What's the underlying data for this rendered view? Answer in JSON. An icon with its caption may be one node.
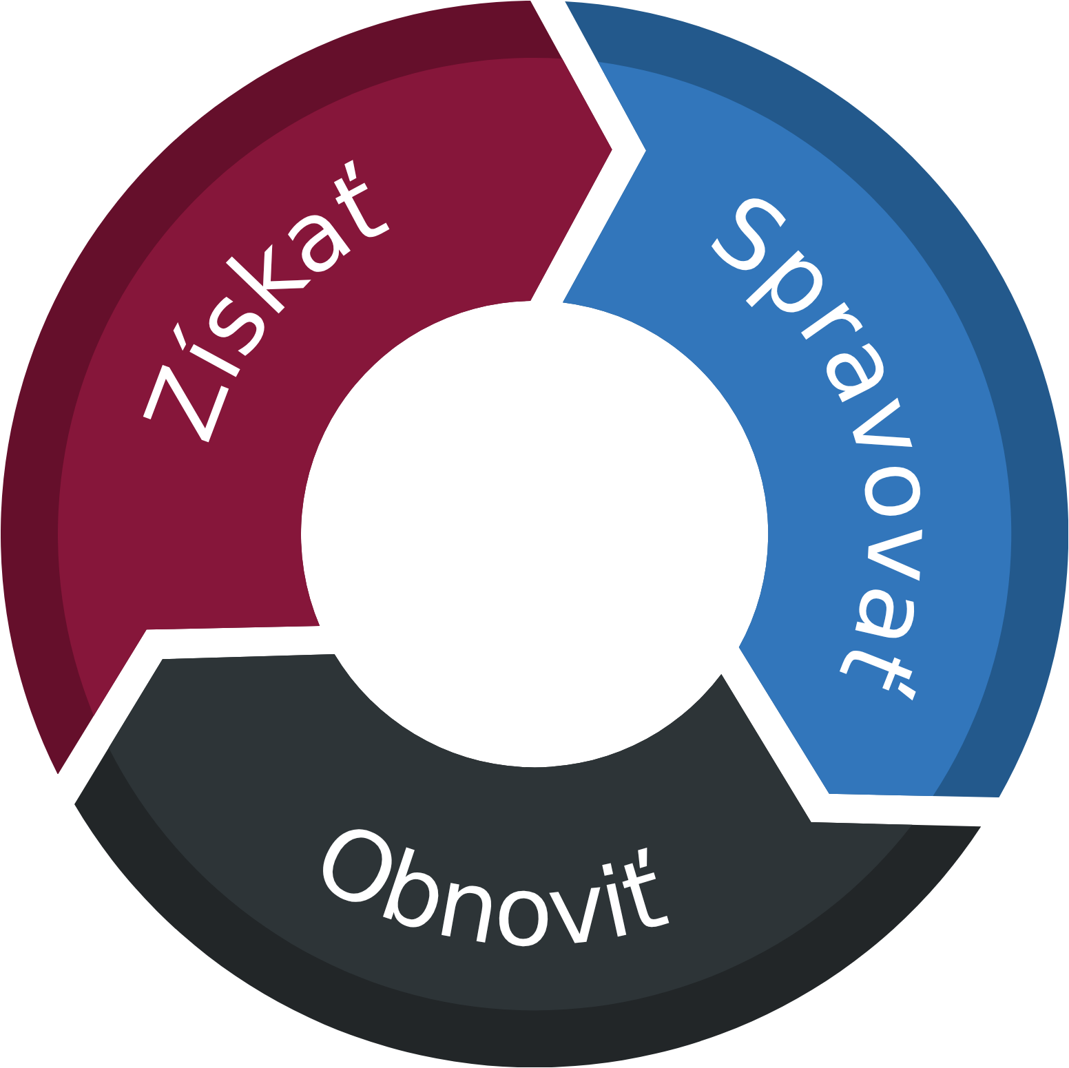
{
  "diagram": {
    "nodes": [
      {
        "text": [
          "Získať"
        ]
      },
      {
        "text": [
          "Spravovať"
        ]
      },
      {
        "text": [
          "Obnoviť"
        ]
      }
    ]
  }
}
